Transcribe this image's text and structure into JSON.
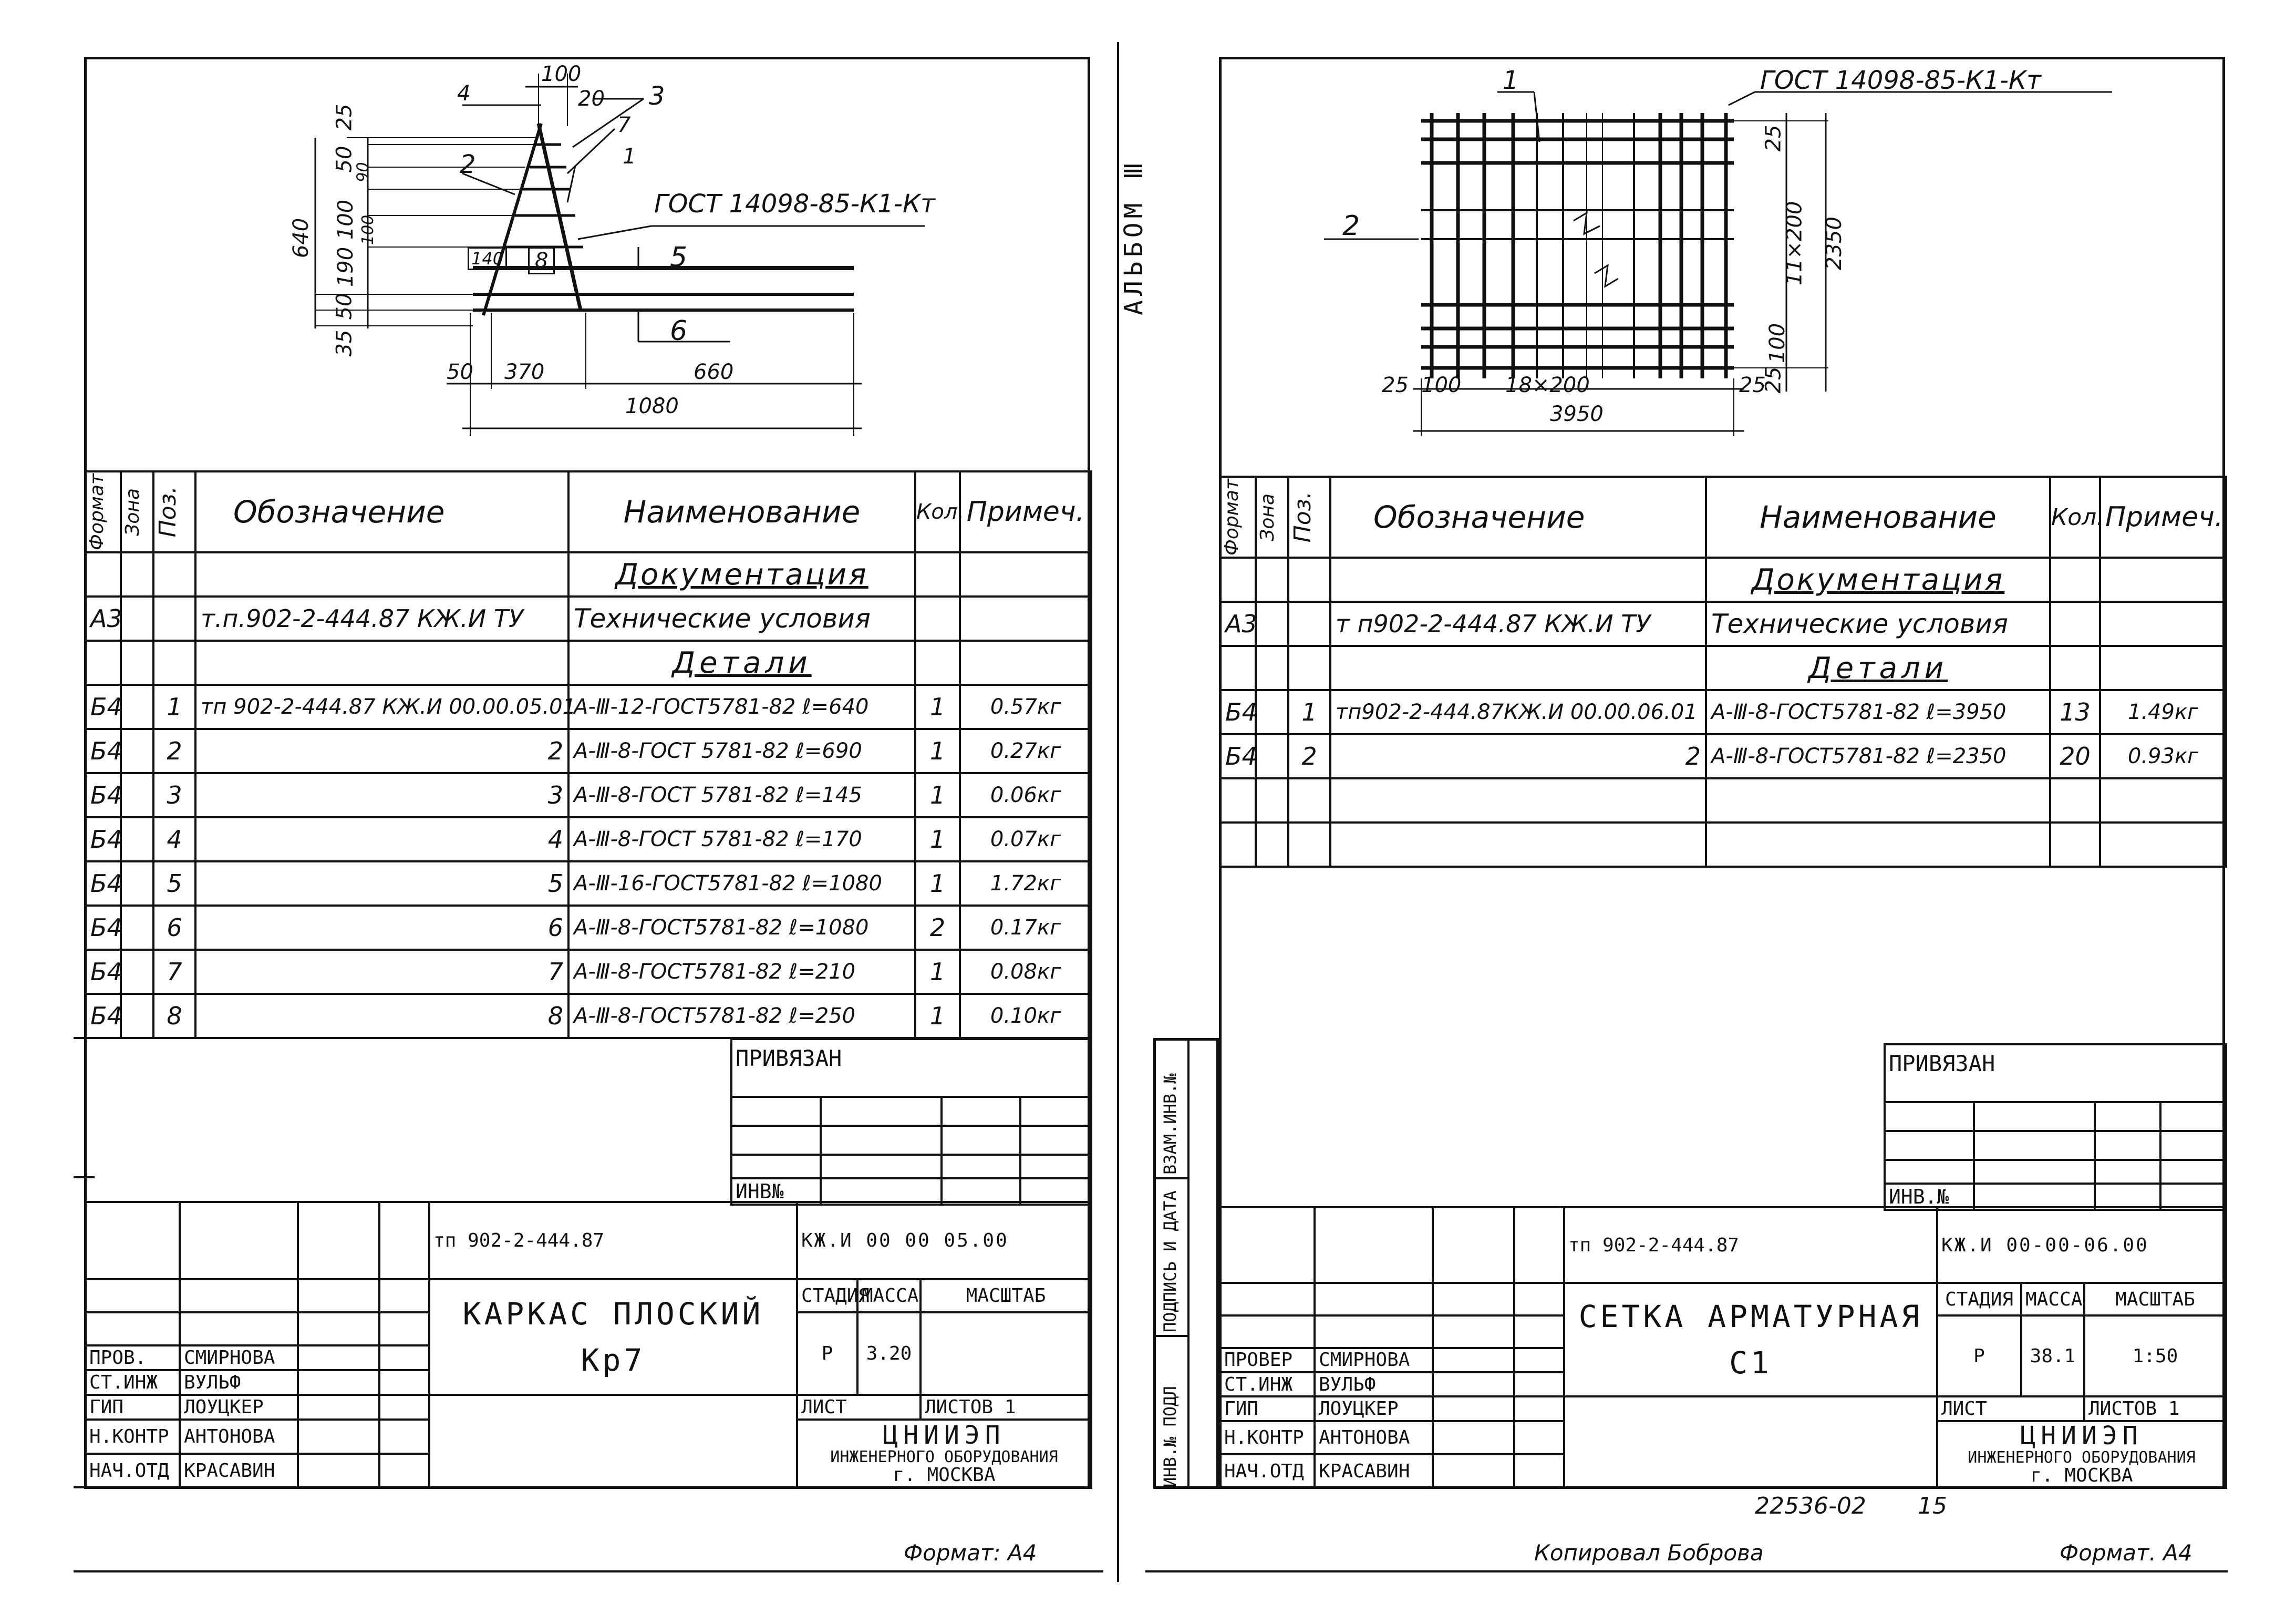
{
  "left": {
    "drawing": {
      "dims": {
        "d100": "100",
        "d20": "20",
        "d4": "4",
        "d25": "25",
        "d50": "50",
        "d90": "90",
        "d100b": "100",
        "d100c": "100",
        "d190": "190",
        "d50b": "50",
        "d35": "35",
        "d640": "640",
        "d140": "140",
        "d50c": "50",
        "d370": "370",
        "d660": "660",
        "d1080": "1080"
      },
      "callouts": {
        "p4": "4",
        "p3": "3",
        "p7": "7",
        "p1": "1",
        "p2": "2",
        "p8": "8",
        "p5": "5",
        "p6": "6"
      },
      "gost": "ГОСТ 14098-85-К1-Кт"
    },
    "spec": {
      "headers": {
        "format": "Формат",
        "zone": "Зона",
        "pos": "Поз.",
        "designation": "Обозначение",
        "name": "Наименование",
        "qty": "Кол.",
        "note": "Примеч."
      },
      "section_docs": "Документация",
      "doc_row": {
        "format": "А3",
        "designation": "т.п.902-2-444.87 КЖ.И ТУ",
        "name": "Технические условия"
      },
      "section_parts": "Детали",
      "rows": [
        {
          "format": "Б4",
          "pos": "1",
          "designation": "тп 902-2-444.87 КЖ.И 00.00.05.01",
          "name": "А-Ⅲ-12-ГОСТ5781-82 ℓ=640",
          "qty": "1",
          "note": "0.57кг"
        },
        {
          "format": "Б4",
          "pos": "2",
          "designation": "2",
          "name": "А-Ⅲ-8-ГОСТ 5781-82 ℓ=690",
          "qty": "1",
          "note": "0.27кг"
        },
        {
          "format": "Б4",
          "pos": "3",
          "designation": "3",
          "name": "А-Ⅲ-8-ГОСТ 5781-82 ℓ=145",
          "qty": "1",
          "note": "0.06кг"
        },
        {
          "format": "Б4",
          "pos": "4",
          "designation": "4",
          "name": "А-Ⅲ-8-ГОСТ 5781-82 ℓ=170",
          "qty": "1",
          "note": "0.07кг"
        },
        {
          "format": "Б4",
          "pos": "5",
          "designation": "5",
          "name": "А-Ⅲ-16-ГОСТ5781-82 ℓ=1080",
          "qty": "1",
          "note": "1.72кг"
        },
        {
          "format": "Б4",
          "pos": "6",
          "designation": "6",
          "name": "А-Ⅲ-8-ГОСТ5781-82 ℓ=1080",
          "qty": "2",
          "note": "0.17кг"
        },
        {
          "format": "Б4",
          "pos": "7",
          "designation": "7",
          "name": "А-Ⅲ-8-ГОСТ5781-82 ℓ=210",
          "qty": "1",
          "note": "0.08кг"
        },
        {
          "format": "Б4",
          "pos": "8",
          "designation": "8",
          "name": "А-Ⅲ-8-ГОСТ5781-82 ℓ=250",
          "qty": "1",
          "note": "0.10кг"
        }
      ]
    },
    "privyazan": "ПРИВЯЗАН",
    "inv": "ИНВ№",
    "stamp": {
      "project": "тп 902-2-444.87",
      "code": "КЖ.И 00 00 05.00",
      "title": "КАРКАС ПЛОСКИЙ",
      "mark": "Кр7",
      "stage_h": "СТАДИЯ",
      "mass_h": "МАССА",
      "scale_h": "МАСШТАБ",
      "stage": "Р",
      "mass": "3.20",
      "scale": "",
      "sheet_h": "ЛИСТ",
      "sheets_h": "ЛИСТОВ 1",
      "org": "ЦНИИЭП",
      "org2": "ИНЖЕНЕРНОГО ОБОРУДОВАНИЯ",
      "city": "г. МОСКВА",
      "people": [
        {
          "role": "ПРОВ.",
          "name": "СМИРНОВА"
        },
        {
          "role": "СТ.ИНЖ",
          "name": "ВУЛЬФ"
        },
        {
          "role": "ГИП",
          "name": "ЛОУЦКЕР"
        },
        {
          "role": "Н.КОНТР",
          "name": "АНТОНОВА"
        },
        {
          "role": "НАЧ.ОТД",
          "name": "КРАСАВИН"
        }
      ]
    },
    "format": "Формат: А4"
  },
  "right": {
    "album": "АЛЬБОМ Ⅲ",
    "side_labels": [
      "ИНВ.№ ПОДЛ",
      "ПОДПИСЬ И ДАТА",
      "ВЗАМ.ИНВ.№"
    ],
    "drawing": {
      "dims": {
        "d25a": "25",
        "d11x200": "11×200",
        "d2350": "2350",
        "d100": "100",
        "d25b": "25",
        "d25l": "25",
        "d100l": "100",
        "d18x200": "18×200",
        "d25r": "25",
        "d3950": "3950"
      },
      "callouts": {
        "p1": "1",
        "p2": "2"
      },
      "gost": "ГОСТ 14098-85-К1-Кт"
    },
    "spec": {
      "headers": {
        "format": "Формат",
        "zone": "Зона",
        "pos": "Поз.",
        "designation": "Обозначение",
        "name": "Наименование",
        "qty": "Кол.",
        "note": "Примеч."
      },
      "section_docs": "Документация",
      "doc_row": {
        "format": "А3",
        "designation": "т п902-2-444.87 КЖ.И ТУ",
        "name": "Технические условия"
      },
      "section_parts": "Детали",
      "rows": [
        {
          "format": "Б4",
          "pos": "1",
          "designation": "тп902-2-444.87КЖ.И 00.00.06.01",
          "name": "А-Ⅲ-8-ГОСТ5781-82 ℓ=3950",
          "qty": "13",
          "note": "1.49кг"
        },
        {
          "format": "Б4",
          "pos": "2",
          "designation": "2",
          "name": "А-Ⅲ-8-ГОСТ5781-82 ℓ=2350",
          "qty": "20",
          "note": "0.93кг"
        }
      ]
    },
    "privyazan": "ПРИВЯЗАН",
    "inv": "ИНВ.№",
    "stamp": {
      "project": "тп 902-2-444.87",
      "code": "КЖ.И 00-00-06.00",
      "title": "СЕТКА АРМАТУРНАЯ",
      "mark": "С1",
      "stage_h": "СТАДИЯ",
      "mass_h": "МАССА",
      "scale_h": "МАСШТАБ",
      "stage": "Р",
      "mass": "38.1",
      "scale": "1:50",
      "sheet_h": "ЛИСТ",
      "sheets_h": "ЛИСТОВ 1",
      "org": "ЦНИИЭП",
      "org2": "ИНЖЕНЕРНОГО ОБОРУДОВАНИЯ",
      "city": "г. МОСКВА",
      "people": [
        {
          "role": "ПРОВЕР",
          "name": "СМИРНОВА"
        },
        {
          "role": "СТ.ИНЖ",
          "name": "ВУЛЬФ"
        },
        {
          "role": "ГИП",
          "name": "ЛОУЦКЕР"
        },
        {
          "role": "Н.КОНТР",
          "name": "АНТОНОВА"
        },
        {
          "role": "НАЧ.ОТД",
          "name": "КРАСАВИН"
        }
      ]
    },
    "doc_number": "22536-02",
    "page_number": "15",
    "copied": "Копировал Боброва",
    "format": "Формат. А4"
  }
}
